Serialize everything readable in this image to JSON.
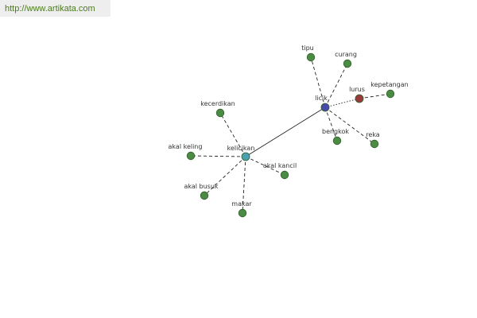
{
  "url_banner": "http://www.artikata.com",
  "colors": {
    "banner_background": "#eeeeee",
    "banner_text": "#4a7a1c",
    "leaf_node": "#4b8b43",
    "leaf_node_stroke": "#2e5f2a",
    "hub_kelicikan": "#4aa0b0",
    "hub_licik": "#4a4aaa",
    "lurus_node": "#9a3a3a",
    "edge": "#222222"
  },
  "nodes": {
    "licik": {
      "label": "licik",
      "kind": "hub_licik"
    },
    "kelicikan": {
      "label": "kelicikan",
      "kind": "hub_kelicikan"
    },
    "lurus": {
      "label": "lurus",
      "kind": "lurus_node"
    },
    "tipu": {
      "label": "tipu",
      "kind": "leaf_node"
    },
    "curang": {
      "label": "curang",
      "kind": "leaf_node"
    },
    "kepetangan": {
      "label": "kepetangan",
      "kind": "leaf_node"
    },
    "bengkok": {
      "label": "bengkok",
      "kind": "leaf_node"
    },
    "reka": {
      "label": "reka",
      "kind": "leaf_node"
    },
    "kecerdikan": {
      "label": "kecerdikan",
      "kind": "leaf_node"
    },
    "akal_keling": {
      "label": "akal keling",
      "kind": "leaf_node"
    },
    "akal_busuk": {
      "label": "akal busuk",
      "kind": "leaf_node"
    },
    "makar": {
      "label": "makar",
      "kind": "leaf_node"
    },
    "akal_kancil": {
      "label": "akal kancil",
      "kind": "leaf_node"
    }
  },
  "edges": [
    {
      "from": "kelicikan",
      "to": "licik",
      "style": "solid"
    },
    {
      "from": "licik",
      "to": "tipu",
      "style": "dashed"
    },
    {
      "from": "licik",
      "to": "curang",
      "style": "dashed"
    },
    {
      "from": "licik",
      "to": "lurus",
      "style": "dotted"
    },
    {
      "from": "lurus",
      "to": "kepetangan",
      "style": "dashed"
    },
    {
      "from": "licik",
      "to": "bengkok",
      "style": "dashed"
    },
    {
      "from": "licik",
      "to": "reka",
      "style": "dashed"
    },
    {
      "from": "kelicikan",
      "to": "kecerdikan",
      "style": "dashed"
    },
    {
      "from": "kelicikan",
      "to": "akal_keling",
      "style": "dashed"
    },
    {
      "from": "kelicikan",
      "to": "akal_busuk",
      "style": "dashed"
    },
    {
      "from": "kelicikan",
      "to": "makar",
      "style": "dashed"
    },
    {
      "from": "kelicikan",
      "to": "akal_kancil",
      "style": "dashed"
    }
  ]
}
